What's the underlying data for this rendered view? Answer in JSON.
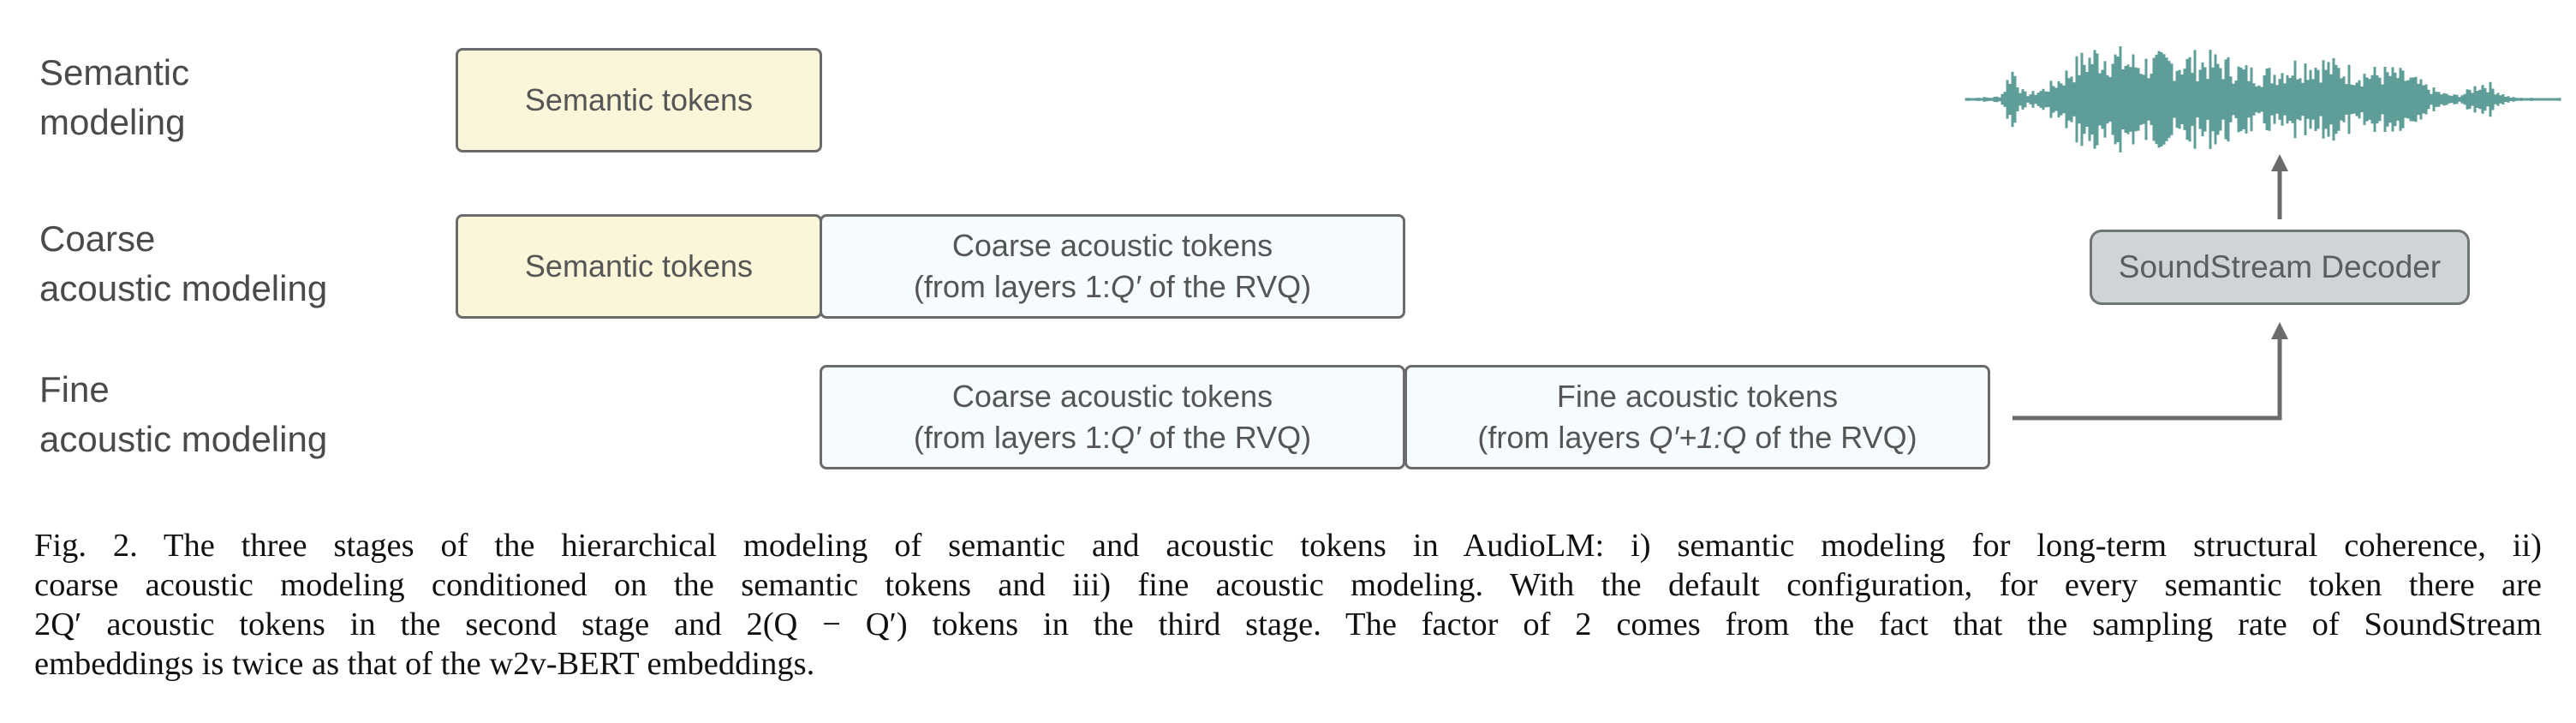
{
  "stages": [
    {
      "line1": "Semantic",
      "line2": "modeling"
    },
    {
      "line1": "Coarse",
      "line2": "acoustic modeling"
    },
    {
      "line1": "Fine",
      "line2": "acoustic modeling"
    }
  ],
  "boxes": {
    "semantic_tokens": "Semantic tokens",
    "coarse_line1": "Coarse acoustic tokens",
    "coarse_line2_pre": "(from layers 1:",
    "coarse_line2_var": "Q′",
    "coarse_line2_post": " of the RVQ)",
    "fine_line1": "Fine acoustic tokens",
    "fine_line2_pre": "(from layers ",
    "fine_line2_var": "Q′+1:Q",
    "fine_line2_post": " of the RVQ)"
  },
  "decoder_label": "SoundStream Decoder",
  "waveform_color": "#5f9e98",
  "caption": {
    "line1": "Fig. 2.  The three stages of the hierarchical modeling of semantic and acoustic tokens in AudioLM: i) semantic modeling for long-term structural coherence, ii)",
    "line2": "coarse acoustic modeling conditioned on the semantic tokens and iii) fine acoustic modeling. With the default configuration, for every semantic token there are",
    "line3": "2Q′ acoustic tokens in the second stage and 2(Q − Q′) tokens in the third stage. The factor of 2 comes from the fact that the sampling rate of SoundStream",
    "line4": "embeddings is twice as that of the w2v-BERT embeddings."
  }
}
